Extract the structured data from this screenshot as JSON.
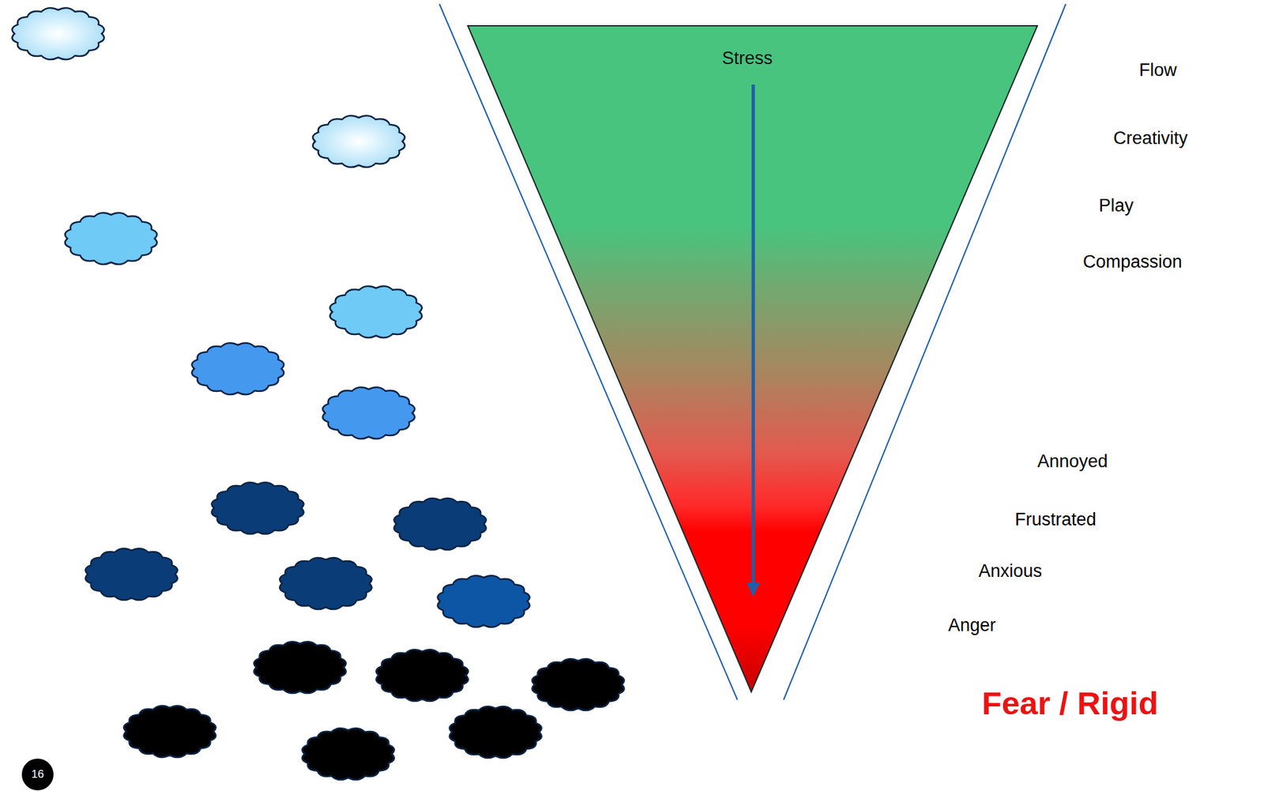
{
  "diagram": {
    "labels": [
      "Stress",
      "Flow",
      "Creativity",
      "Play",
      "Compassion",
      "Annoyed",
      "Frustrated",
      "Anxious",
      "Anger",
      "Fear / Rigid",
      "16"
    ]
  }
}
